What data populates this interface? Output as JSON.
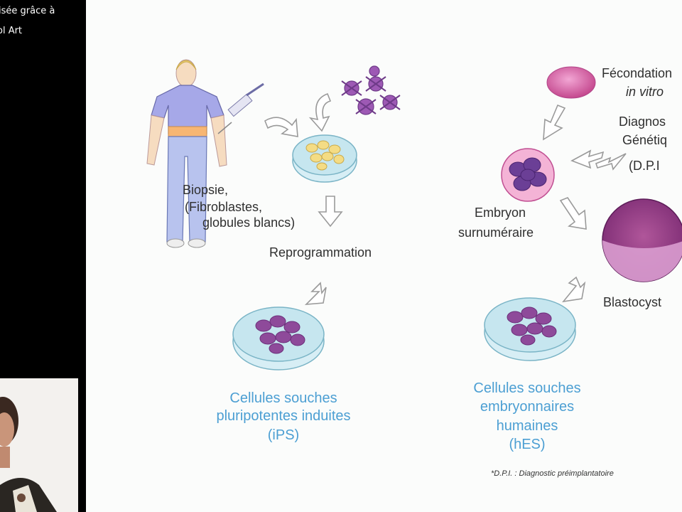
{
  "sidebar": {
    "caption_line1": "isée grâce à",
    "caption_line2": "ol Art"
  },
  "diagram": {
    "left": {
      "biopsy_lines": [
        "Biopsie,",
        "(Fibroblastes,",
        "globules blancs)"
      ],
      "reprogramming": "Reprogrammation",
      "ips_lines": [
        "Cellules souches",
        "pluripotentes induites",
        "(iPS)"
      ]
    },
    "right": {
      "ivf_line1": "Fécondation",
      "ivf_line2": "in vitro",
      "dpi_lines": [
        "Diagnos",
        "Génétiq",
        "(D.P.I"
      ],
      "embryo_lines": [
        "Embryon",
        "surnuméraire"
      ],
      "blastocyst": "Blastocyst",
      "hes_lines": [
        "Cellules souches",
        "embryonnaires",
        "humaines",
        "(hES)"
      ]
    },
    "footnote": "*D.P.I. : Diagnostic préimplantatoire"
  },
  "colors": {
    "caption_blue": "#4c9fd3",
    "cell_purple": "#8e4a9a",
    "dish_blue": "#bfe3ee",
    "arrow_gray": "#9a9a9a"
  }
}
